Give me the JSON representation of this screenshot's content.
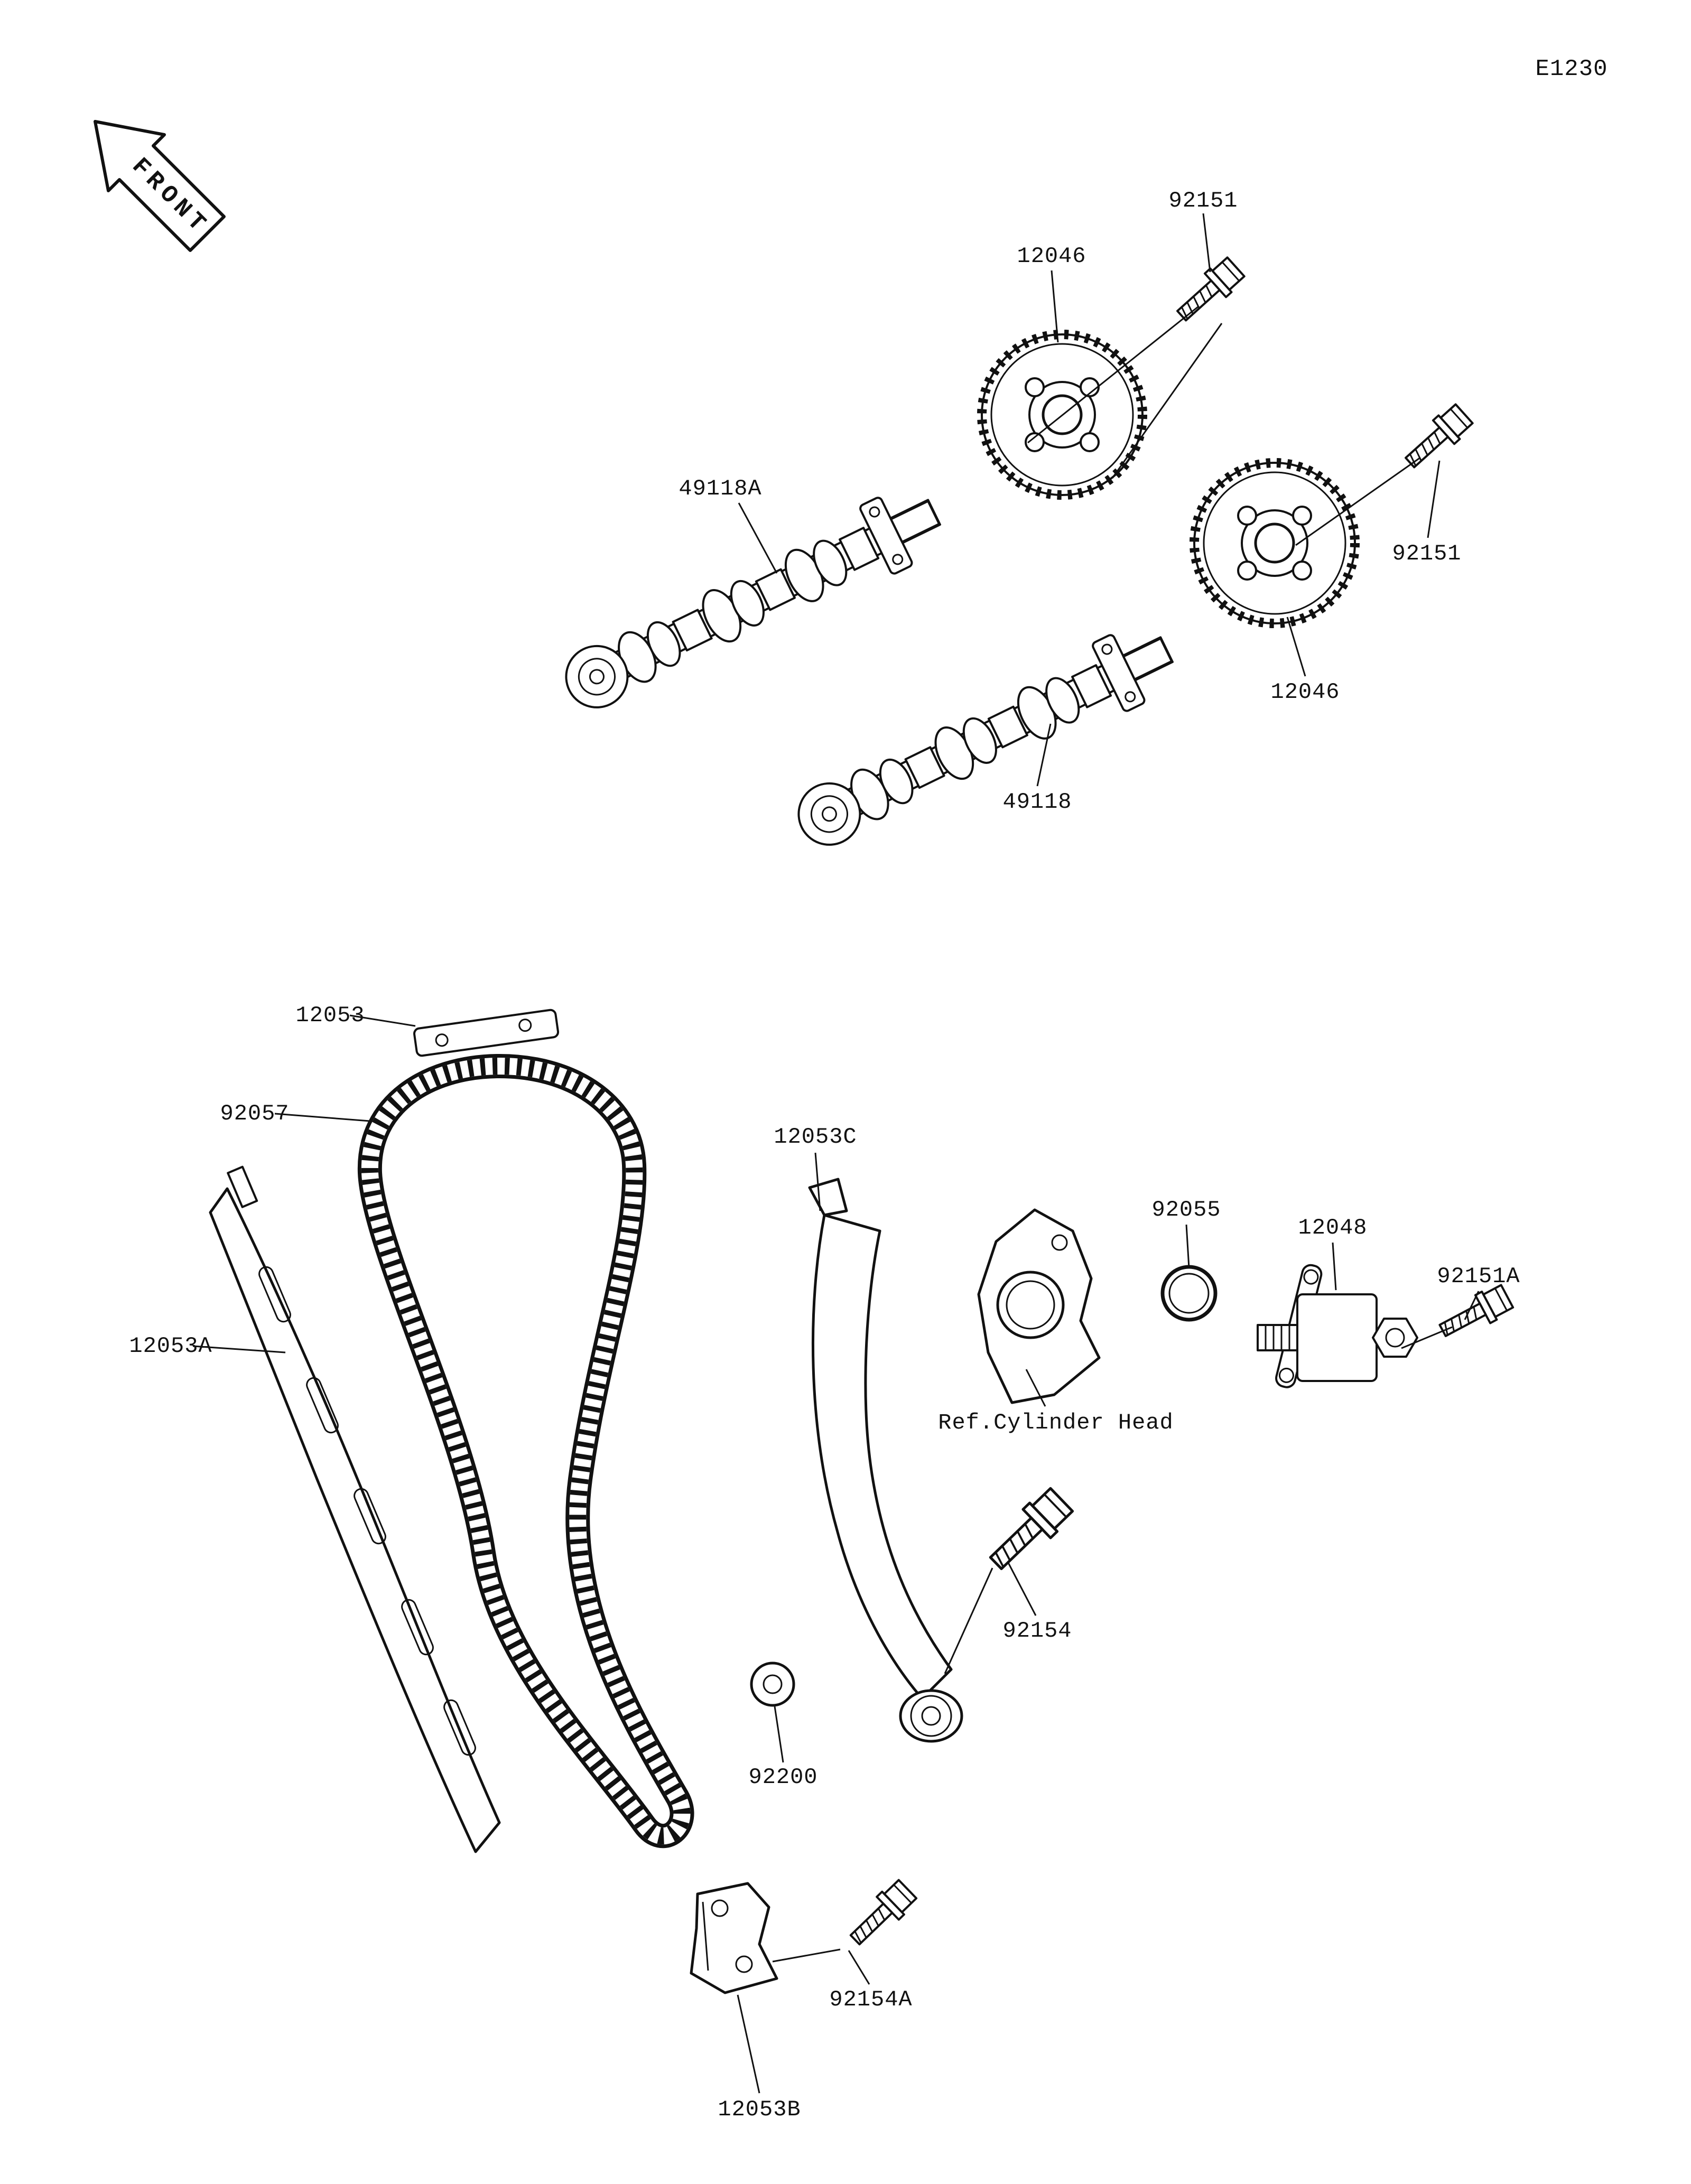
{
  "page": {
    "code": "E1230",
    "front_label": "FRONT",
    "background": "#ffffff",
    "line_color": "#111111"
  },
  "labels": [
    {
      "part": "92151",
      "text": "92151"
    },
    {
      "part": "12046",
      "text": "12046"
    },
    {
      "part": "49118A",
      "text": "49118A"
    },
    {
      "part": "92151",
      "text": "92151"
    },
    {
      "part": "12046",
      "text": "12046"
    },
    {
      "part": "49118",
      "text": "49118"
    },
    {
      "part": "12053",
      "text": "12053"
    },
    {
      "part": "92057",
      "text": "92057"
    },
    {
      "part": "12053C",
      "text": "12053C"
    },
    {
      "part": "92055",
      "text": "92055"
    },
    {
      "part": "12048",
      "text": "12048"
    },
    {
      "part": "92151A",
      "text": "92151A"
    },
    {
      "part": "12053A",
      "text": "12053A"
    },
    {
      "part": "ref-cylinder-head",
      "text": "Ref.Cylinder Head"
    },
    {
      "part": "92154",
      "text": "92154"
    },
    {
      "part": "92200",
      "text": "92200"
    },
    {
      "part": "92154A",
      "text": "92154A"
    },
    {
      "part": "12053B",
      "text": "12053B"
    }
  ]
}
